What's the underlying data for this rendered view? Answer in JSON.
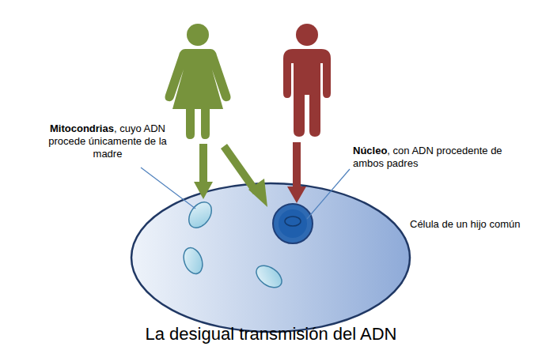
{
  "diagram": {
    "title": "La desigual transmisión del ADN",
    "labels": [
      "Mitocondrias",
      ", cuyo ADN procede únicamente de la madre",
      "Núcleo",
      ", con ADN procedente de ambos padres",
      "Célula de un hijo común"
    ]
  }
}
